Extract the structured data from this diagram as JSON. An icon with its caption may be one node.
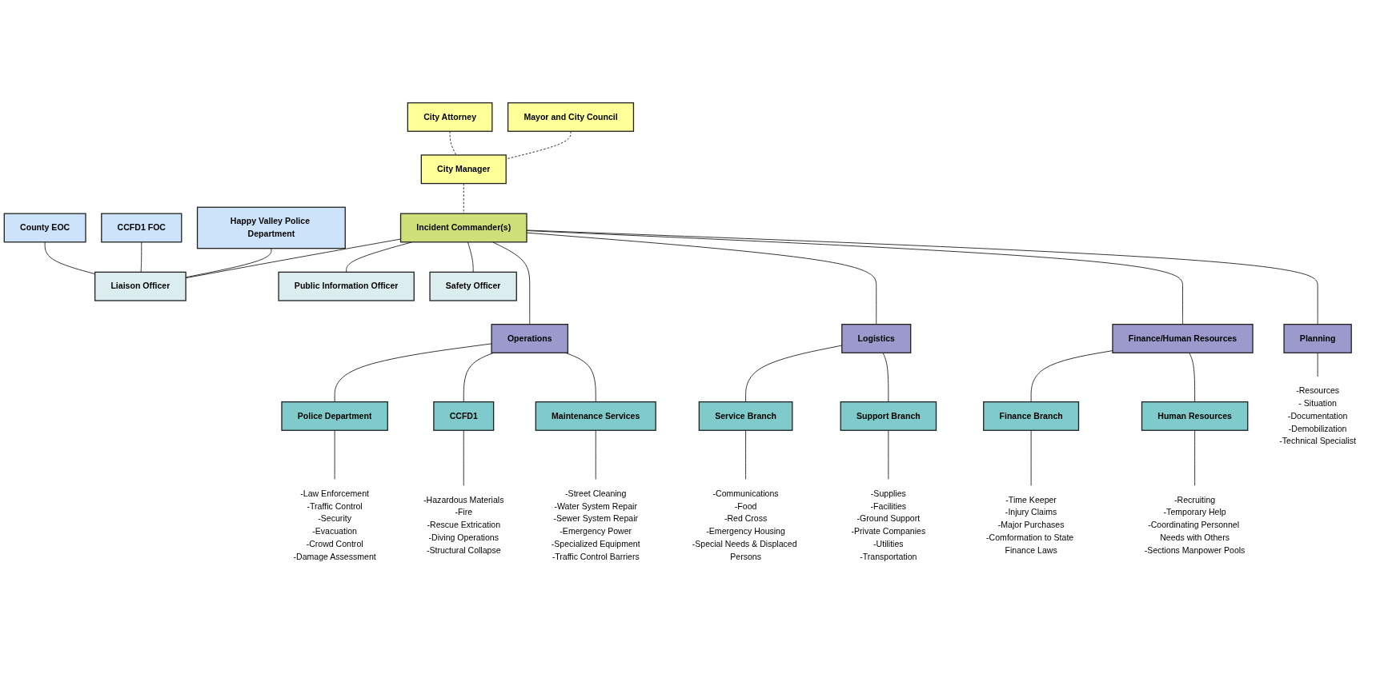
{
  "diagram": {
    "nodes": [
      {
        "text": [
          "Mayor and City Council"
        ]
      },
      {
        "text": [
          "City Manager"
        ]
      },
      {
        "text": [
          "City Attorney"
        ]
      },
      {
        "text": [
          "Incident Commander(s)"
        ]
      },
      {
        "text": [
          "Happy Valley Police Department"
        ]
      },
      {
        "text": [
          "CCFD1 FOC"
        ]
      },
      {
        "text": [
          "County EOC"
        ]
      },
      {
        "text": [
          "Liaison Officer"
        ]
      },
      {
        "text": [
          "Public Information Officer"
        ]
      },
      {
        "text": [
          "Safety Officer"
        ]
      },
      {
        "text": [
          "Operations"
        ]
      },
      {
        "text": [
          "Planning"
        ]
      },
      {
        "text": [
          "Logistics"
        ]
      },
      {
        "text": [
          "Finance/Human Resources"
        ]
      },
      {
        "text": [
          "Police Department"
        ]
      },
      {
        "text": [
          "CCFD1"
        ]
      },
      {
        "text": [
          "Maintenance Services"
        ]
      },
      {
        "text": [
          "Service Branch"
        ]
      },
      {
        "text": [
          "Support Branch"
        ]
      },
      {
        "text": [
          "Finance Branch"
        ]
      },
      {
        "text": [
          "Human Resources"
        ]
      },
      {
        "text": [
          "-Law Enforcement",
          "-Traffic Control",
          "-Security",
          "-Evacuation",
          "-Crowd Control",
          "-Damage Assessment"
        ]
      },
      {
        "text": [
          "-Hazardous Materials",
          "-Fire",
          "-Rescue Extrication",
          "-Diving Operations",
          "-Structural Collapse"
        ]
      },
      {
        "text": [
          "-Street Cleaning",
          "-Water System Repair",
          "-Sewer System Repair",
          "-Emergency Power",
          "-Specialized Equipment",
          "-Traffic Control Barriers"
        ]
      },
      {
        "text": [
          "-Resources",
          "- Situation",
          "-Documentation",
          "-Demobilization",
          "-Technical Specialist"
        ]
      },
      {
        "text": [
          "-Communications",
          "-Food",
          "-Red Cross",
          "-Emergency Housing",
          "-Special Needs & Displaced Persons"
        ]
      },
      {
        "text": [
          "-Supplies",
          "-Facilities",
          "-Ground Support",
          "-Private Companies",
          "-Utilities",
          "-Transportation"
        ]
      },
      {
        "text": [
          "-Time Keeper",
          "-Injury Claims",
          "-Major Purchases",
          "-Comformation to State Finance Laws"
        ]
      },
      {
        "text": [
          "-Recruiting",
          "-Temporary Help",
          "-Coordinating Personnel Needs with Others",
          "-Sections Manpower Pools"
        ]
      }
    ],
    "edges": [
      {
        "from": 0,
        "to": 1,
        "arrow": "none",
        "style": "dashed"
      },
      {
        "from": 2,
        "to": 1,
        "arrow": "none",
        "style": "dashed"
      },
      {
        "from": 1,
        "to": 3,
        "arrow": "none",
        "style": "dashed"
      },
      {
        "from": 3,
        "to": 7,
        "arrow": "none"
      },
      {
        "from": 3,
        "to": 8,
        "arrow": "none"
      },
      {
        "from": 3,
        "to": 9,
        "arrow": "none"
      },
      {
        "from": 4,
        "to": 7,
        "arrow": "none"
      },
      {
        "from": 5,
        "to": 7,
        "arrow": "none"
      },
      {
        "from": 6,
        "to": 7,
        "arrow": "none"
      },
      {
        "from": 3,
        "to": 10,
        "arrow": "none"
      },
      {
        "from": 3,
        "to": 11,
        "arrow": "none"
      },
      {
        "from": 3,
        "to": 12,
        "arrow": "none"
      },
      {
        "from": 3,
        "to": 13,
        "arrow": "none"
      },
      {
        "from": 10,
        "to": 14,
        "arrow": "none"
      },
      {
        "from": 10,
        "to": 15,
        "arrow": "none"
      },
      {
        "from": 10,
        "to": 16,
        "arrow": "none"
      },
      {
        "from": 12,
        "to": 17,
        "arrow": "none"
      },
      {
        "from": 12,
        "to": 18,
        "arrow": "none"
      },
      {
        "from": 13,
        "to": 19,
        "arrow": "none"
      },
      {
        "from": 13,
        "to": 20,
        "arrow": "none"
      },
      {
        "from": 14,
        "to": 21,
        "arrow": "none"
      },
      {
        "from": 15,
        "to": 22,
        "arrow": "none"
      },
      {
        "from": 16,
        "to": 23,
        "arrow": "none"
      },
      {
        "from": 11,
        "to": 24,
        "arrow": "none"
      },
      {
        "from": 17,
        "to": 25,
        "arrow": "none"
      },
      {
        "from": 18,
        "to": 26,
        "arrow": "none"
      },
      {
        "from": 19,
        "to": 27,
        "arrow": "none"
      },
      {
        "from": 20,
        "to": 28,
        "arrow": "none"
      }
    ]
  }
}
